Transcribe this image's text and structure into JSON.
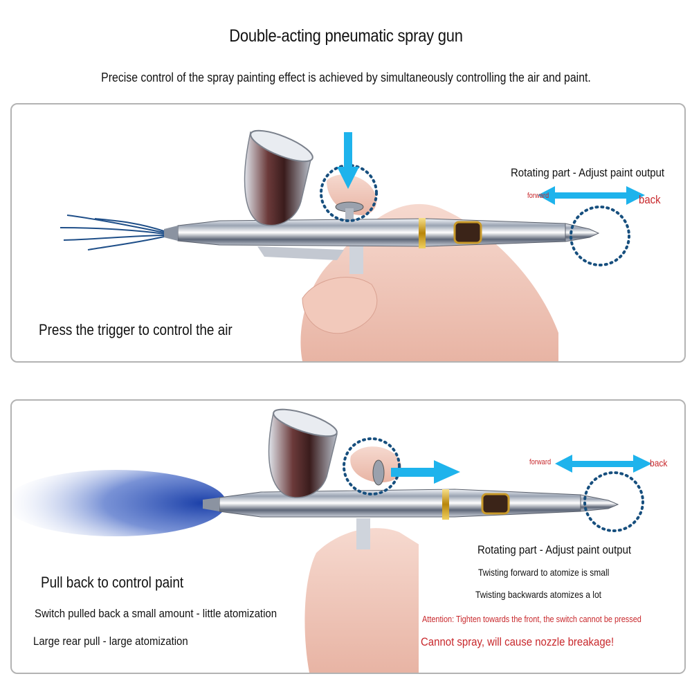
{
  "header": {
    "title": "Double-acting pneumatic spray gun",
    "subtitle": "Precise control of the spray painting effect is achieved by simultaneously controlling the air and paint."
  },
  "panel_top": {
    "rotating_label": "Rotating part - Adjust paint output",
    "forward_label": "forward",
    "back_label": "back",
    "caption": "Press the trigger to control the air"
  },
  "panel_bottom": {
    "forward_label": "forward",
    "back_label": "back",
    "caption": "Pull back to control paint",
    "note_small": "Switch pulled back a small amount - little atomization",
    "note_large": "Large rear pull - large atomization",
    "rotating_label": "Rotating part - Adjust paint output",
    "twist_forward": "Twisting forward to atomize is small",
    "twist_backward": "Twisting backwards atomizes a lot",
    "attention": "Attention: Tighten towards the front, the switch cannot be pressed",
    "warning": "Cannot spray, will cause nozzle breakage!"
  },
  "colors": {
    "arrow": "#1eb3ec",
    "ring": "#174f7e",
    "warning_red": "#c8282c",
    "border": "#b3b3b3"
  }
}
